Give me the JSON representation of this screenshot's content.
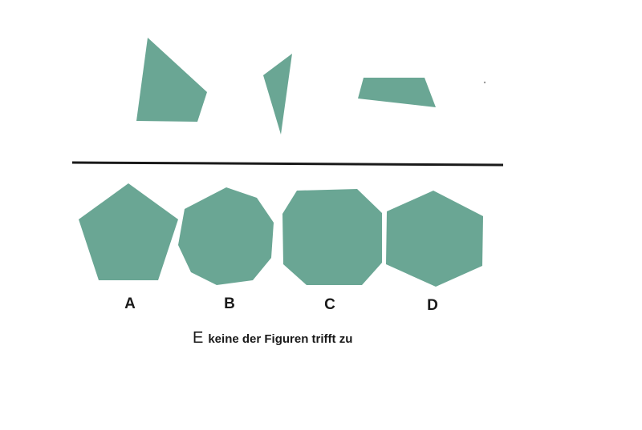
{
  "colors": {
    "shape_fill": "#6aa694",
    "divider": "#1a1a1a",
    "text": "#1a1a1a",
    "background": "#ffffff"
  },
  "top_pieces": [
    {
      "name": "quadrilateral-piece"
    },
    {
      "name": "sliver-triangle-piece"
    },
    {
      "name": "trapezoid-piece"
    }
  ],
  "options": [
    {
      "label": "A",
      "shape": "pentagon"
    },
    {
      "label": "B",
      "shape": "nonagon"
    },
    {
      "label": "C",
      "shape": "octagon"
    },
    {
      "label": "D",
      "shape": "hexagon"
    }
  ],
  "option_e": {
    "label": "E",
    "text": "keine der Figuren trifft zu"
  }
}
